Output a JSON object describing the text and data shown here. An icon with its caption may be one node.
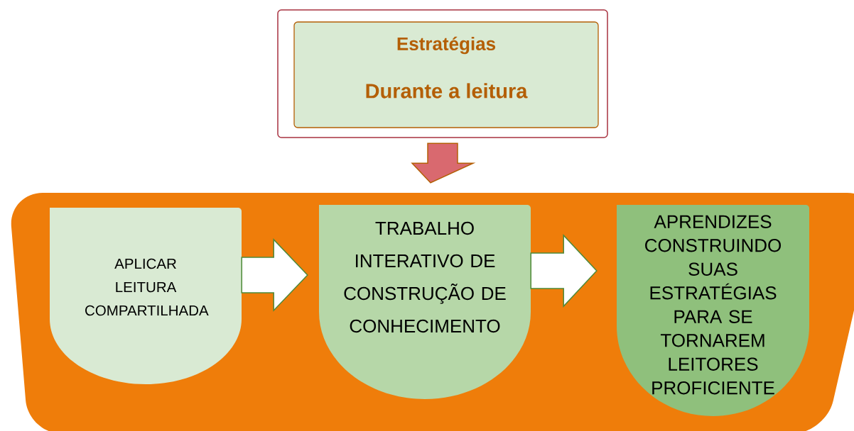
{
  "diagram": {
    "nodes": [
      {
        "text": [
          "Estratégias",
          "Durante a leitura"
        ]
      },
      {
        "text": [],
        "shape": "band"
      },
      {
        "text": [
          "APLICAR LEITURA COMPARTILHADA"
        ],
        "in": 1
      },
      {
        "text": [
          "TRABALHO INTERATIVO DE CONSTRUÇÃO DE CONHECIMENTO"
        ],
        "in": 1
      },
      {
        "text": [
          "APRENDIZES CONSTRUINDO SUAS ESTRATÉGIAS PARA SE TORNAREM LEITORES PROFICIENTE"
        ],
        "in": 1
      }
    ],
    "edges": [
      {
        "from": 0,
        "to": 1,
        "arrow": "to",
        "color": "#d9696f"
      },
      {
        "from": 2,
        "to": 3,
        "arrow": "to"
      },
      {
        "from": 3,
        "to": 4,
        "arrow": "to"
      }
    ]
  }
}
